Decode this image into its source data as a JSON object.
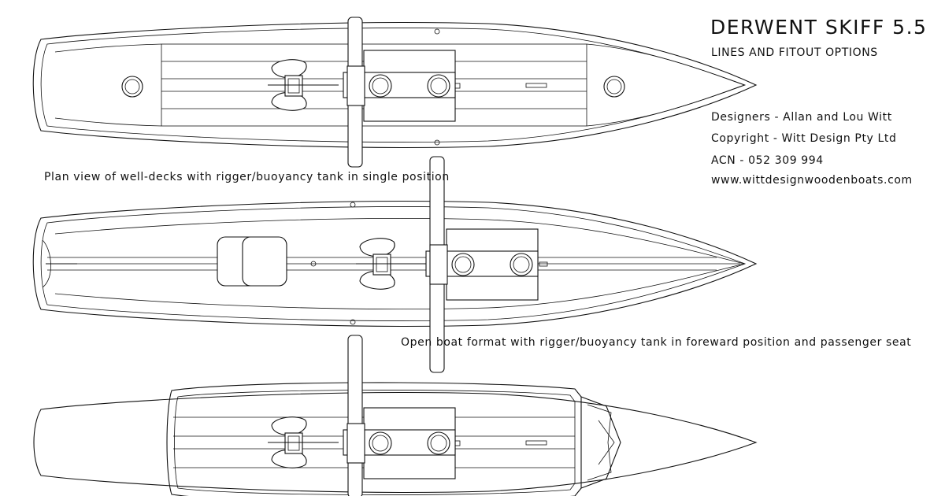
{
  "title": "DERWENT SKIFF 5.5",
  "subtitle": "LINES AND FITOUT OPTIONS",
  "designers": "Designers - Allan and Lou Witt",
  "copyright": "Copyright - Witt Design Pty Ltd",
  "acn": "ACN - 052 309 994",
  "website": "www.wittdesignwoodenboats.com",
  "captions": {
    "top": "Plan view of well-decks with rigger/buoyancy tank in single position",
    "middle": "Open boat format with rigger/buoyancy tank in foreward position and passenger seat"
  }
}
